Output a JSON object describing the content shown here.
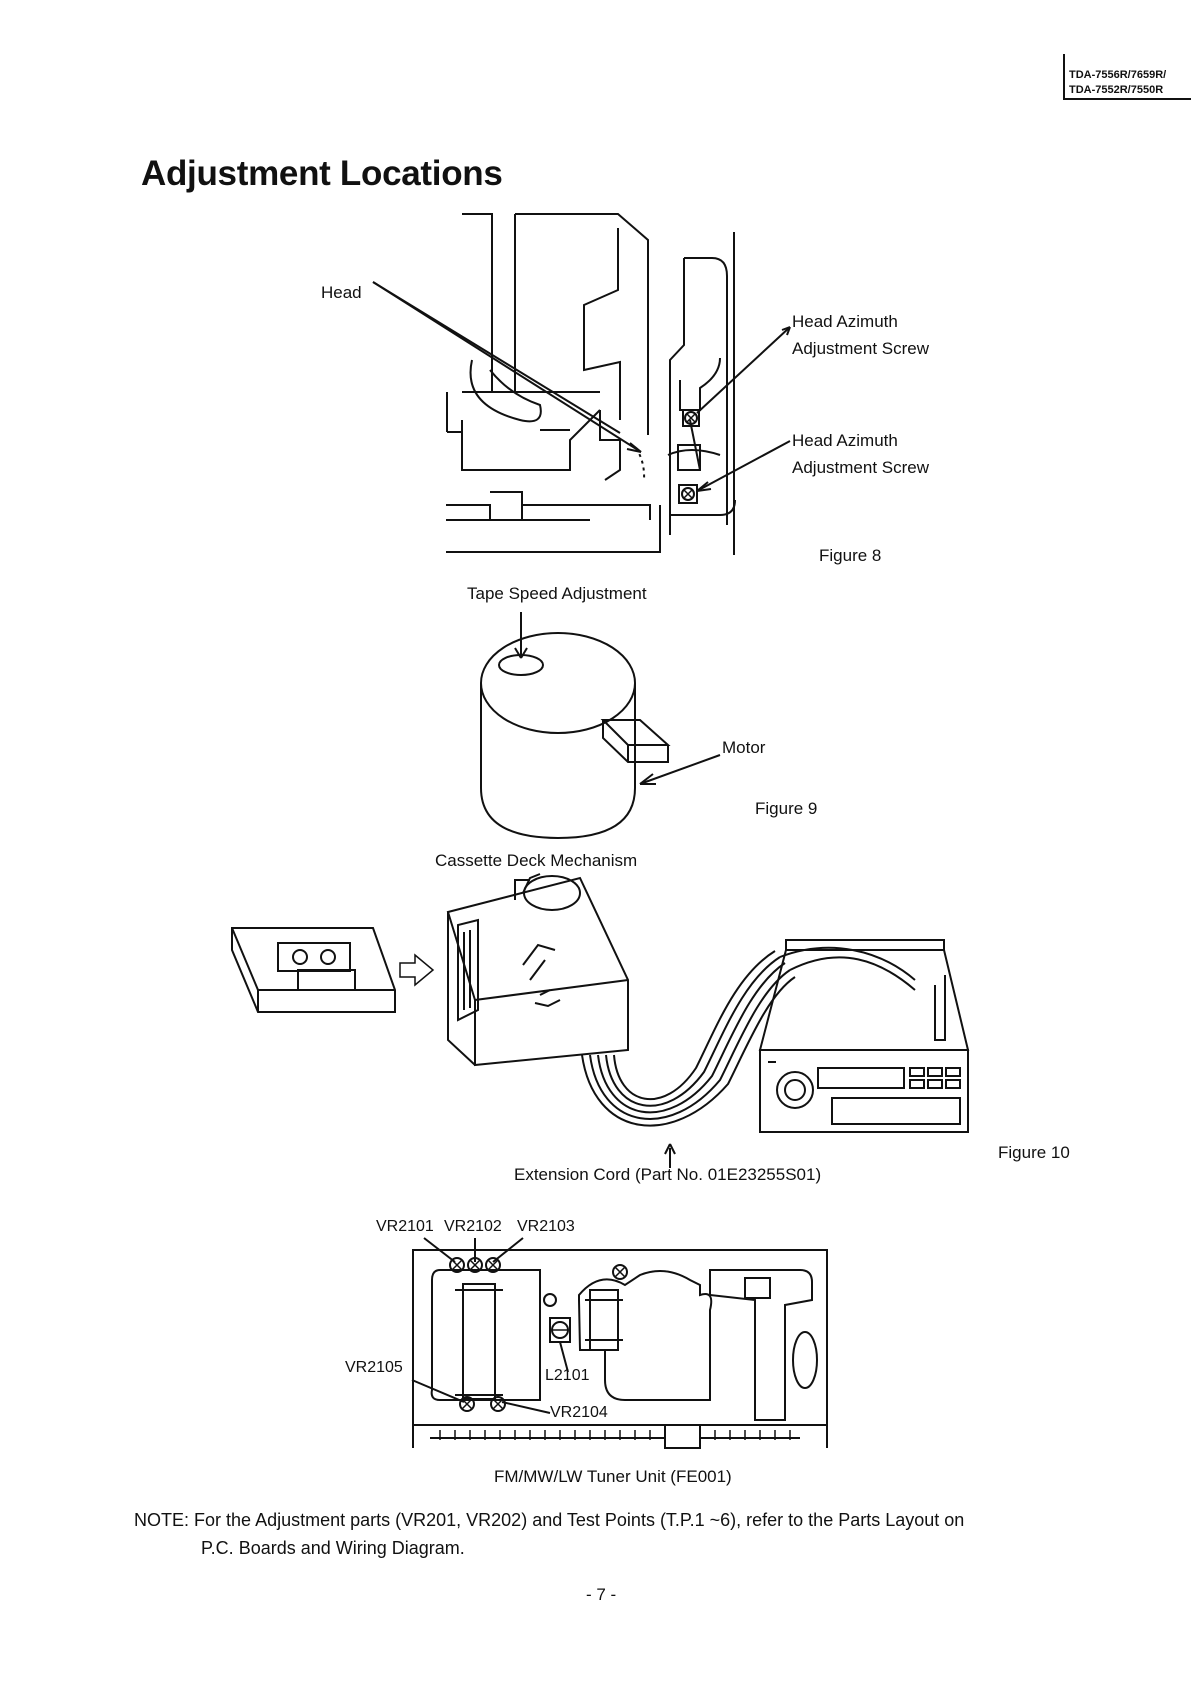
{
  "header": {
    "model_line1": "TDA-7556R/7659R/",
    "model_line2": "TDA-7552R/7550R"
  },
  "title": "Adjustment Locations",
  "fig8": {
    "head": "Head",
    "azimuth1_line1": "Head Azimuth",
    "azimuth1_line2": "Adjustment Screw",
    "azimuth2_line1": "Head Azimuth",
    "azimuth2_line2": "Adjustment Screw",
    "caption": "Figure 8"
  },
  "fig9": {
    "tape_speed": "Tape Speed Adjustment",
    "motor": "Motor",
    "caption": "Figure 9"
  },
  "fig10": {
    "mechanism": "Cassette Deck Mechanism",
    "cord": "Extension Cord (Part No. 01E23255S01)",
    "caption": "Figure 10"
  },
  "tuner": {
    "vr2101": "VR2101",
    "vr2102": "VR2102",
    "vr2103": "VR2103",
    "vr2105": "VR2105",
    "vr2104": "VR2104",
    "l2101": "L2101",
    "caption": "FM/MW/LW Tuner Unit (FE001)"
  },
  "note": {
    "prefix": "NOTE:",
    "line1": "For the Adjustment parts (VR201, VR202) and Test Points (T.P.1 ~6), refer to the Parts Layout on",
    "line2": "P.C. Boards and Wiring Diagram."
  },
  "page_number": "- 7 -"
}
